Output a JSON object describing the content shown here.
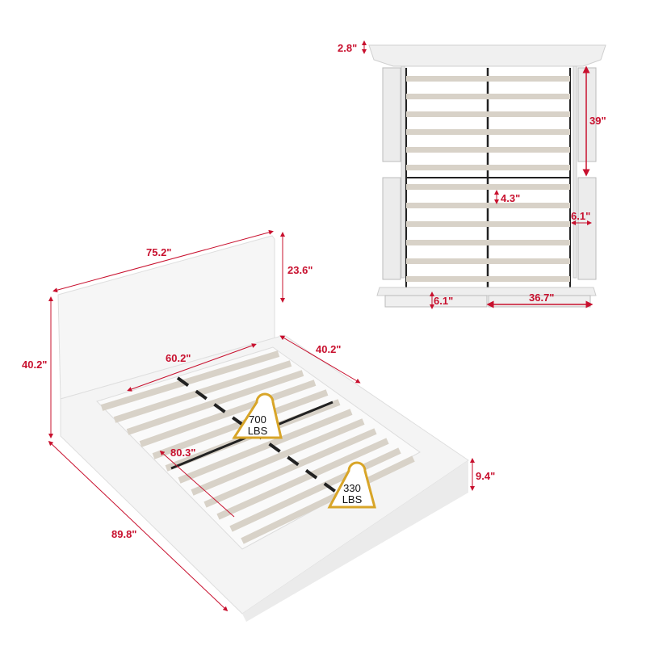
{
  "top_view": {
    "dimensions": {
      "headboard_thickness": "2.8\"",
      "side_storage_length": "39\"",
      "slat_gap": "4.3\"",
      "side_storage_width": "6.1\"",
      "foot_storage_depth": "6.1\"",
      "foot_storage_length": "36.7\""
    }
  },
  "perspective_view": {
    "dimensions": {
      "headboard_width": "75.2\"",
      "headboard_height": "23.6\"",
      "total_height": "40.2\"",
      "inner_width": "60.2\"",
      "side_depth": "40.2\"",
      "inner_length": "80.3\"",
      "total_length": "89.8\"",
      "frame_height": "9.4\""
    },
    "weight_badges": [
      {
        "value": "700",
        "unit": "LBS"
      },
      {
        "value": "330",
        "unit": "LBS"
      }
    ]
  },
  "colors": {
    "dimension": "#c8102e",
    "badge_outline": "#d8a528",
    "slat": "#d8d2c8",
    "frame": "#f2f2f2",
    "rail": "#222222"
  }
}
